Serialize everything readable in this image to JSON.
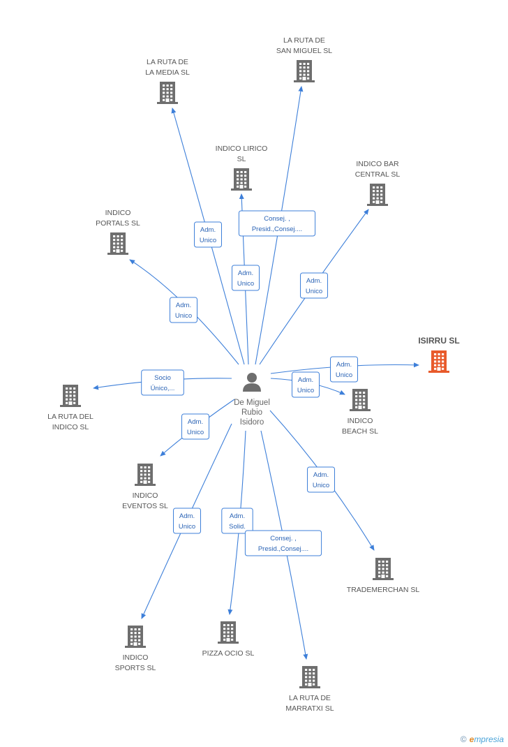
{
  "colors": {
    "edge": "#3d7fd9",
    "building": "#6e6e6e",
    "highlight_building": "#e85a2b",
    "label_border": "#3d7fd9",
    "label_text": "#2a63b5"
  },
  "person": {
    "id": "person",
    "lines": [
      "De Miguel",
      "Rubio",
      "Isidoro"
    ],
    "icon": "person-icon"
  },
  "companies": [
    {
      "id": "ruta_media",
      "lines": [
        "LA RUTA DE",
        "LA MEDIA SL"
      ],
      "label_pos": "above",
      "icon": "building-icon"
    },
    {
      "id": "ruta_san_miguel",
      "lines": [
        "LA RUTA DE",
        "SAN MIGUEL SL"
      ],
      "label_pos": "above",
      "icon": "building-icon"
    },
    {
      "id": "indico_lirico",
      "lines": [
        "INDICO LIRICO",
        "SL"
      ],
      "label_pos": "above",
      "icon": "building-icon"
    },
    {
      "id": "indico_bar",
      "lines": [
        "INDICO BAR",
        "CENTRAL  SL"
      ],
      "label_pos": "above",
      "icon": "building-icon"
    },
    {
      "id": "indico_portals",
      "lines": [
        "INDICO",
        "PORTALS SL"
      ],
      "label_pos": "above",
      "icon": "building-icon"
    },
    {
      "id": "isirru",
      "lines": [
        "ISIRRU SL"
      ],
      "label_pos": "above",
      "highlight": true,
      "icon": "building-icon"
    },
    {
      "id": "ruta_indico",
      "lines": [
        "LA RUTA DEL",
        "INDICO SL"
      ],
      "label_pos": "below",
      "icon": "building-icon"
    },
    {
      "id": "indico_beach",
      "lines": [
        "INDICO",
        "BEACH SL"
      ],
      "label_pos": "below",
      "icon": "building-icon"
    },
    {
      "id": "indico_eventos",
      "lines": [
        "INDICO",
        "EVENTOS SL"
      ],
      "label_pos": "below",
      "icon": "building-icon"
    },
    {
      "id": "trademerchan",
      "lines": [
        "TRADEMERCHAN SL"
      ],
      "label_pos": "below",
      "icon": "building-icon"
    },
    {
      "id": "indico_sports",
      "lines": [
        "INDICO",
        "SPORTS SL"
      ],
      "label_pos": "below",
      "icon": "building-icon"
    },
    {
      "id": "pizza_ocio",
      "lines": [
        "PIZZA OCIO SL"
      ],
      "label_pos": "below",
      "icon": "building-icon"
    },
    {
      "id": "ruta_marratxi",
      "lines": [
        "LA RUTA DE",
        "MARRATXI SL"
      ],
      "label_pos": "below",
      "icon": "building-icon"
    }
  ],
  "edges": [
    {
      "to": "ruta_media",
      "label": [
        "Adm.",
        "Unico"
      ]
    },
    {
      "to": "ruta_san_miguel",
      "label": [
        "Consej. ,",
        "Presid.,Consej...."
      ]
    },
    {
      "to": "indico_lirico",
      "label": [
        "Adm.",
        "Unico"
      ]
    },
    {
      "to": "indico_bar",
      "label": [
        "Adm.",
        "Unico"
      ]
    },
    {
      "to": "indico_portals",
      "label": [
        "Adm.",
        "Unico"
      ]
    },
    {
      "to": "isirru",
      "label": [
        "Adm.",
        "Unico"
      ]
    },
    {
      "to": "ruta_indico",
      "label": [
        "Socio",
        "Único,..."
      ]
    },
    {
      "to": "indico_beach",
      "label": [
        "Adm.",
        "Unico"
      ]
    },
    {
      "to": "indico_eventos",
      "label": [
        "Adm.",
        "Unico"
      ]
    },
    {
      "to": "trademerchan",
      "label": [
        "Adm.",
        "Unico"
      ]
    },
    {
      "to": "indico_sports",
      "label": [
        "Adm.",
        "Unico"
      ]
    },
    {
      "to": "pizza_ocio",
      "label": [
        "Adm.",
        "Solid."
      ]
    },
    {
      "to": "ruta_marratxi",
      "label": [
        "Consej. ,",
        "Presid.,Consej...."
      ]
    }
  ],
  "brand": {
    "copyright": "©",
    "initial": "e",
    "rest": "mpresia"
  }
}
